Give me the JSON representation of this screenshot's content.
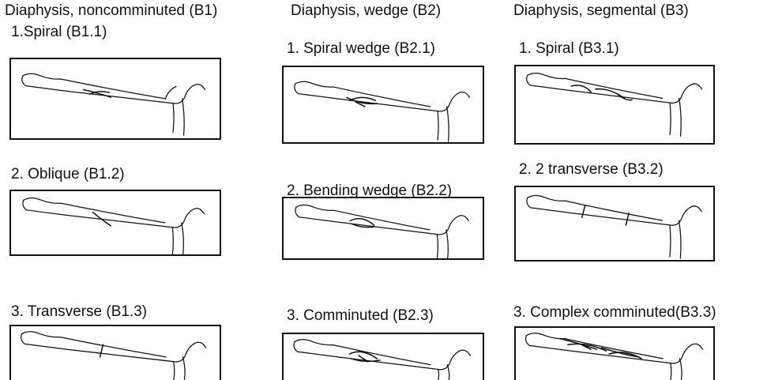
{
  "columns": [
    {
      "heading": "Diaphysis, noncomminuted (B1)",
      "items": [
        {
          "label": "1.Spiral (B1.1)",
          "fracture": "spiral"
        },
        {
          "label": "2. Oblique (B1.2)",
          "fracture": "oblique"
        },
        {
          "label": "3. Transverse (B1.3)",
          "fracture": "transverse"
        }
      ]
    },
    {
      "heading": "Diaphysis, wedge (B2)",
      "items": [
        {
          "label": "1. Spiral wedge (B2.1)",
          "fracture": "spiral-wedge"
        },
        {
          "label": "2. Bending wedge (B2.2)",
          "fracture": "bending-wedge"
        },
        {
          "label": "3. Comminuted (B2.3)",
          "fracture": "comminuted"
        }
      ]
    },
    {
      "heading": "Diaphysis, segmental (B3)",
      "items": [
        {
          "label": "1. Spiral (B3.1)",
          "fracture": "segmental-spiral"
        },
        {
          "label": "2. 2 transverse (B3.2)",
          "fracture": "segmental-transverse"
        },
        {
          "label": "3. Complex comminuted(B3.3)",
          "fracture": "complex-comminuted"
        }
      ]
    }
  ]
}
